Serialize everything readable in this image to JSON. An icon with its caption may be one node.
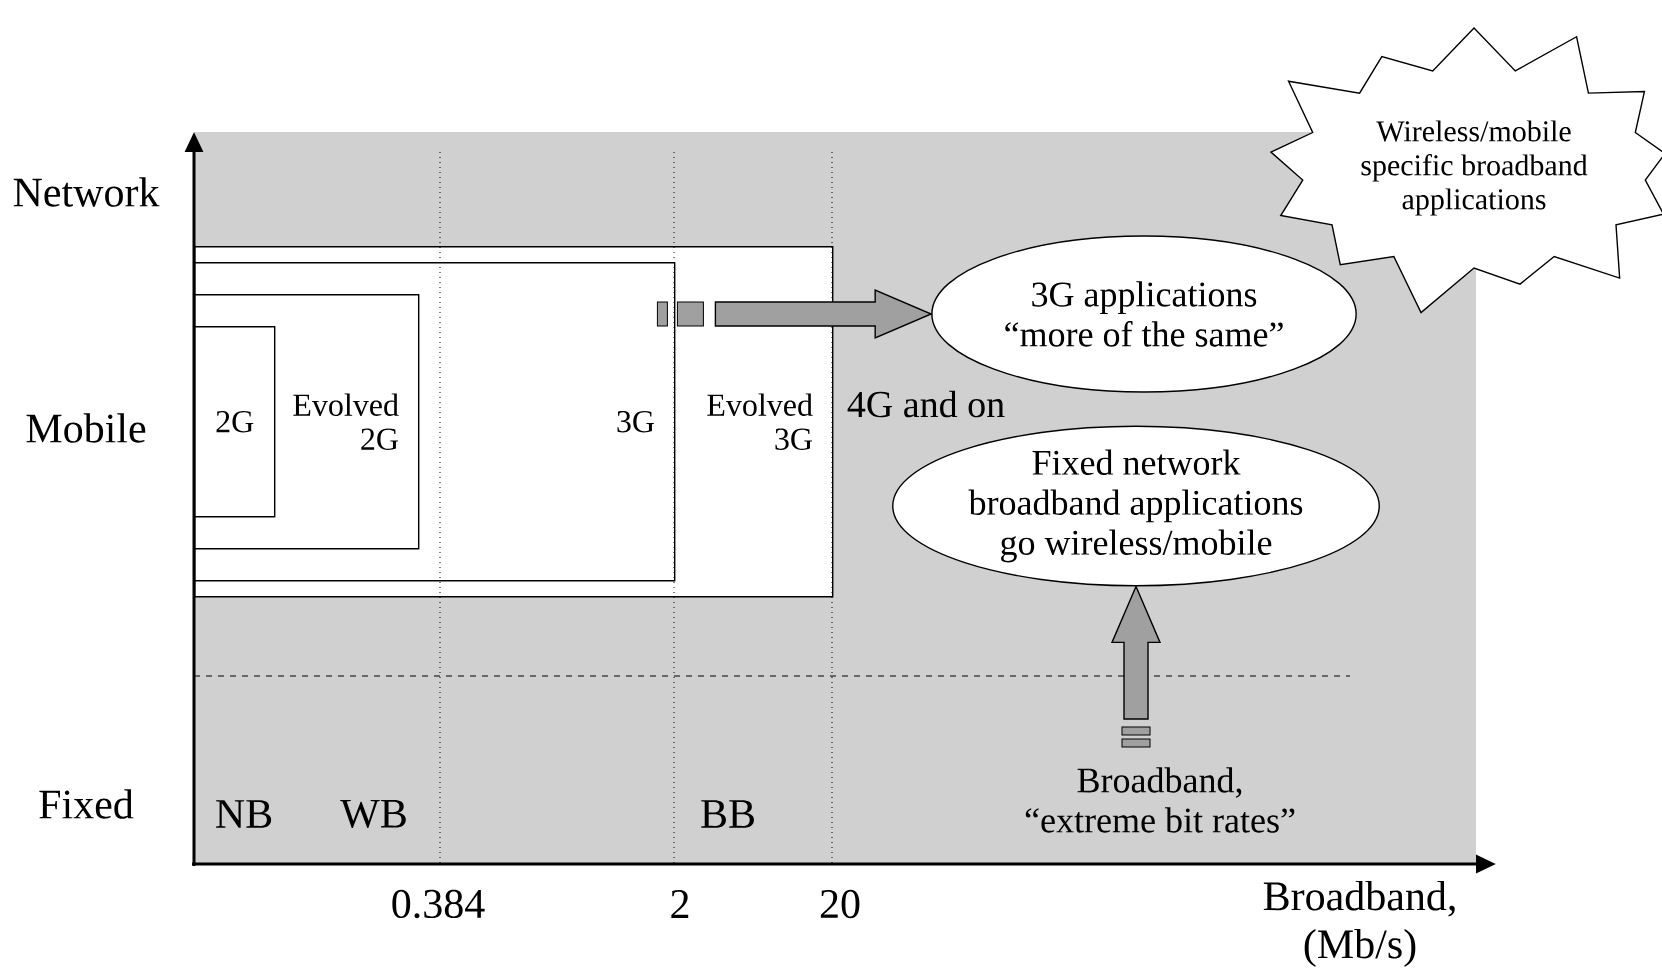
{
  "diagram": {
    "nodes": [
      {
        "text": [
          "Evolved 3G"
        ]
      },
      {
        "text": [
          "3G"
        ],
        "in": 0
      },
      {
        "text": [
          "Evolved 2G"
        ],
        "in": 1
      },
      {
        "text": [
          "2G"
        ],
        "in": 2
      },
      {
        "text": [
          "3G applications “more of the same”"
        ]
      },
      {
        "text": [
          "Fixed network broadband applications go wireless/mobile"
        ]
      },
      {
        "text": [
          "Wireless/mobile specific broadband applications"
        ]
      },
      {
        "text": [
          "Broadband, “extreme bit rates”"
        ]
      }
    ],
    "edges": [
      {
        "from": 1,
        "to": 4,
        "arrow": "to"
      },
      {
        "from": 7,
        "to": 5,
        "arrow": "to"
      }
    ],
    "labels": [
      "Network",
      "Mobile",
      "4G and on",
      "Fixed",
      "NB",
      "WB",
      "BB",
      "0.384",
      "2",
      "20",
      "Broadband, (Mb/s)"
    ]
  }
}
